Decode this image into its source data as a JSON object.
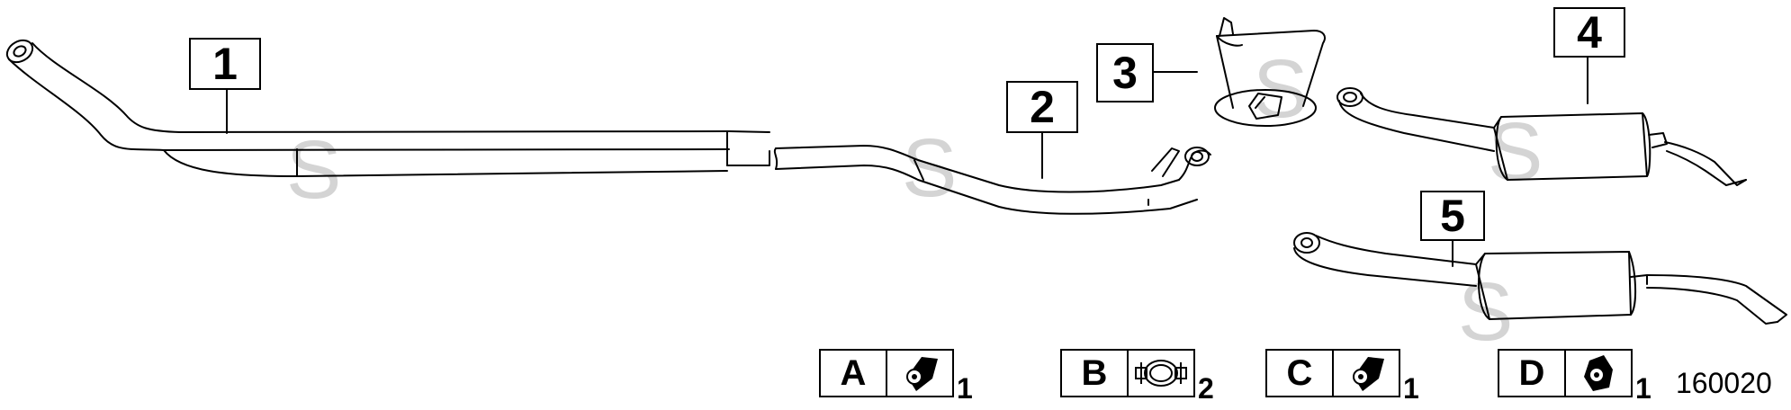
{
  "callouts": {
    "c1": "1",
    "c2": "2",
    "c3": "3",
    "c4": "4",
    "c5": "5"
  },
  "kits": [
    {
      "letter": "A",
      "qty": "1",
      "icon": "nut-hex-icon"
    },
    {
      "letter": "B",
      "qty": "2",
      "icon": "pipe-clamp-icon"
    },
    {
      "letter": "C",
      "qty": "1",
      "icon": "nut-hex-icon"
    },
    {
      "letter": "D",
      "qty": "1",
      "icon": "nut-hex-icon"
    }
  ],
  "diagram_id": "160020",
  "watermark": "S",
  "colors": {
    "line": "#000000",
    "watermark": "#cfcfcf"
  }
}
